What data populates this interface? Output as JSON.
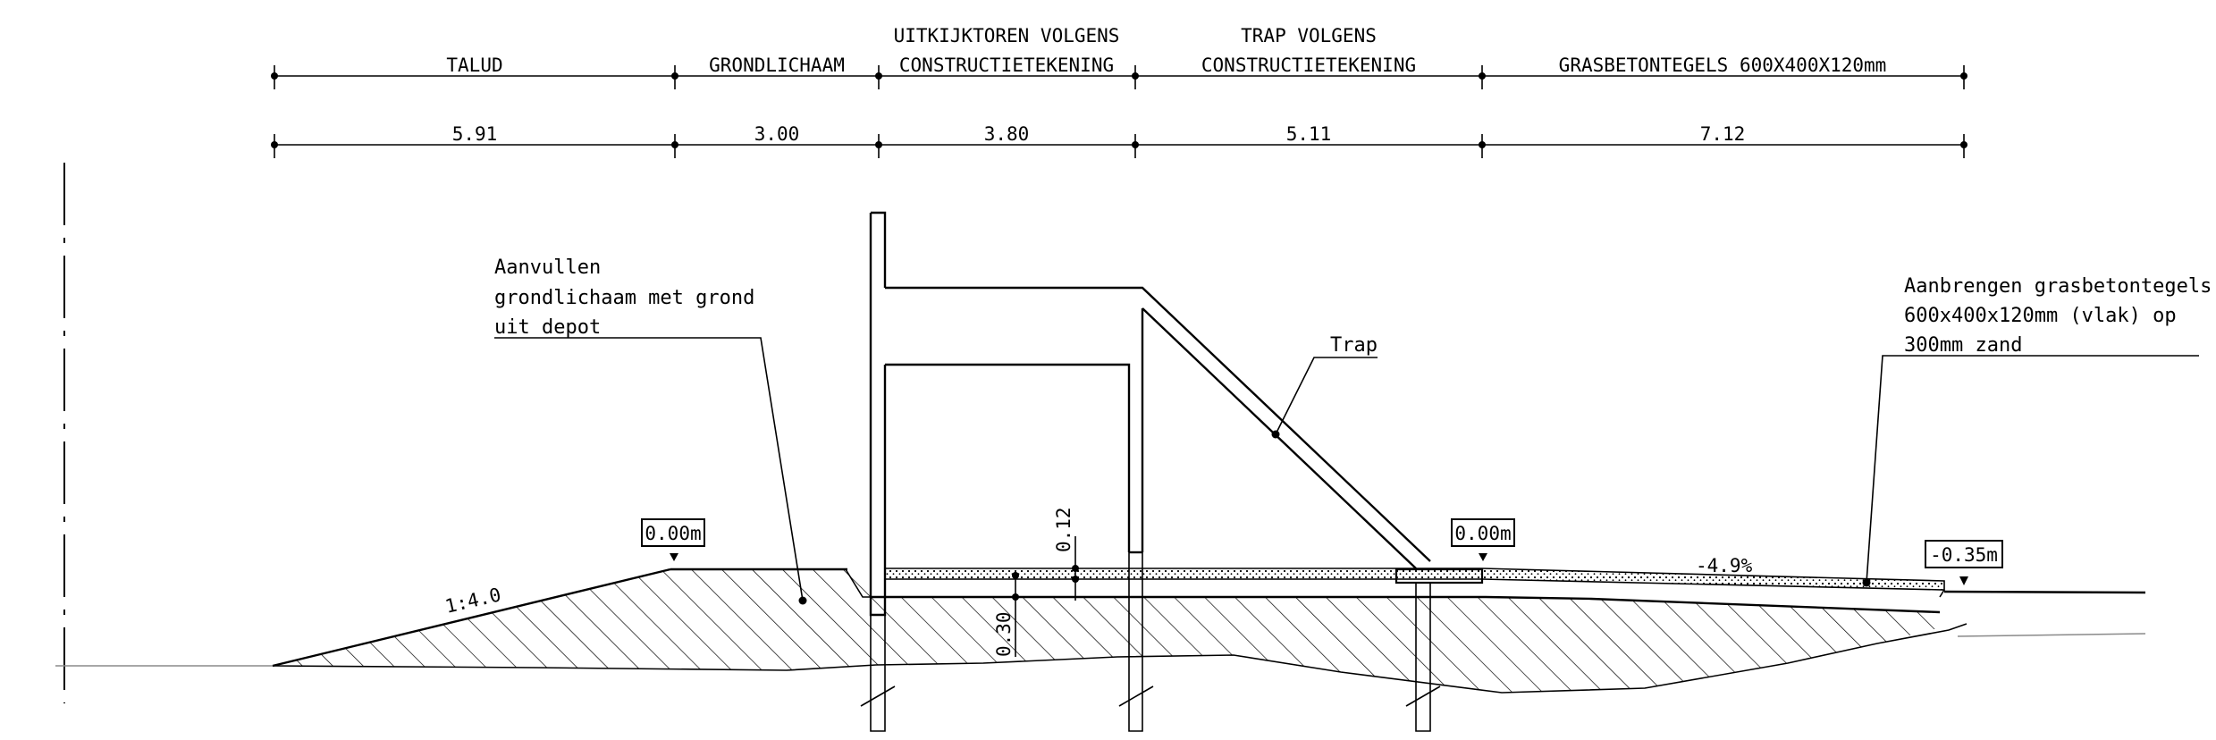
{
  "header_sections": [
    {
      "label": "TALUD",
      "label2": "",
      "dimension": "5.91"
    },
    {
      "label": "GRONDLICHAAM",
      "label2": "",
      "dimension": "3.00"
    },
    {
      "label": "UITKIJKTOREN VOLGENS",
      "label2": "CONSTRUCTIETEKENING",
      "dimension": "3.80"
    },
    {
      "label": "TRAP VOLGENS",
      "label2": "CONSTRUCTIETEKENING",
      "dimension": "5.11"
    },
    {
      "label": "GRASBETONTEGELS 600X400X120mm",
      "label2": "",
      "dimension": "7.12"
    }
  ],
  "annotations": {
    "fill_note": [
      "Aanvullen",
      "grondlichaam met grond",
      "uit depot"
    ],
    "stairs_note": "Trap",
    "tiles_note": [
      "Aanbrengen grasbetontegels",
      "600x400x120mm (vlak) op",
      "300mm zand"
    ]
  },
  "levels": {
    "crest_left": "0.00m",
    "stairs_base": "0.00m",
    "right_end": "-0.35m"
  },
  "slope_ratio": "1:4.0",
  "gradient": "-4.9%",
  "layer_dims": {
    "tile_thickness": "0.12",
    "sand_thickness": "0.30"
  },
  "colors": {
    "line": "#000000",
    "ground_line": "#8a8a8a",
    "background": "#ffffff"
  }
}
